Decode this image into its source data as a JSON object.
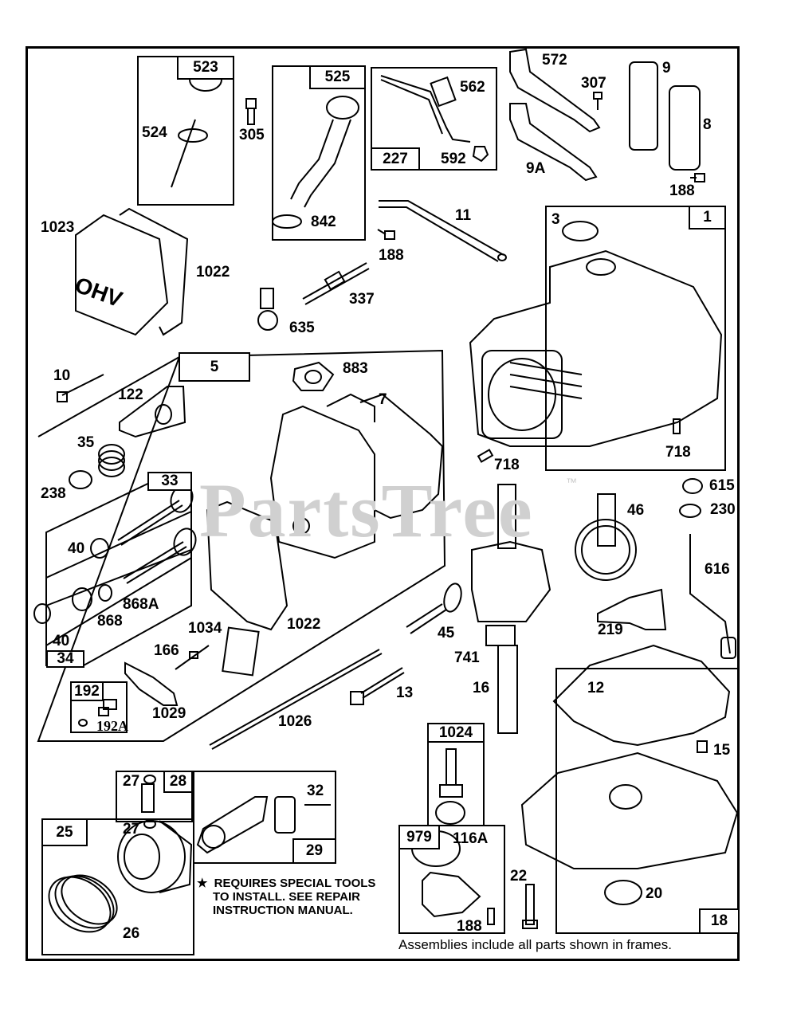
{
  "diagram": {
    "watermark": "PartsTree",
    "watermark_tm": "™",
    "footer": "Assemblies include all parts shown in frames.",
    "special_tools_note": {
      "star": "★",
      "lines": [
        "REQUIRES SPECIAL TOOLS",
        "TO INSTALL.  SEE REPAIR",
        "INSTRUCTION MANUAL."
      ]
    },
    "assembly_tags": {
      "t523": "523",
      "t525": "525",
      "t227": "227",
      "t1": "1",
      "t5": "5",
      "t33": "33",
      "t34": "34",
      "t192": "192",
      "t28": "28",
      "t25": "25",
      "t29": "29",
      "t1024": "1024",
      "t979": "979",
      "t18": "18"
    },
    "part_labels": {
      "p524": "524",
      "p305": "305",
      "p842": "842",
      "p562": "562",
      "p592": "592",
      "p572": "572",
      "p307": "307",
      "p9": "9",
      "p9a": "9A",
      "p8": "8",
      "p188a": "188",
      "p1023": "1023",
      "p1022a": "1022",
      "p11": "11",
      "p188b": "188",
      "p337": "337",
      "p635": "635",
      "p3": "3",
      "p10": "10",
      "p122": "122",
      "p883": "883",
      "p7": "7",
      "p35": "35",
      "p238": "238",
      "p40a": "40",
      "p868a": "868A",
      "p868": "868",
      "p40b": "40",
      "p1034": "1034",
      "p1022b": "1022",
      "p166": "166",
      "p1029": "1029",
      "p192a": "192A",
      "p1026": "1026",
      "p13": "13",
      "p718a": "718",
      "p718b": "718",
      "p615": "615",
      "p230": "230",
      "p46": "46",
      "p616": "616",
      "p45": "45",
      "p219": "219",
      "p741": "741",
      "p16": "16",
      "p12": "12",
      "p15": "15",
      "p27a": "27",
      "p27b": "27",
      "p32": "32",
      "p26": "26",
      "p116a": "116A",
      "p22": "22",
      "p188c": "188",
      "p20": "20"
    }
  }
}
